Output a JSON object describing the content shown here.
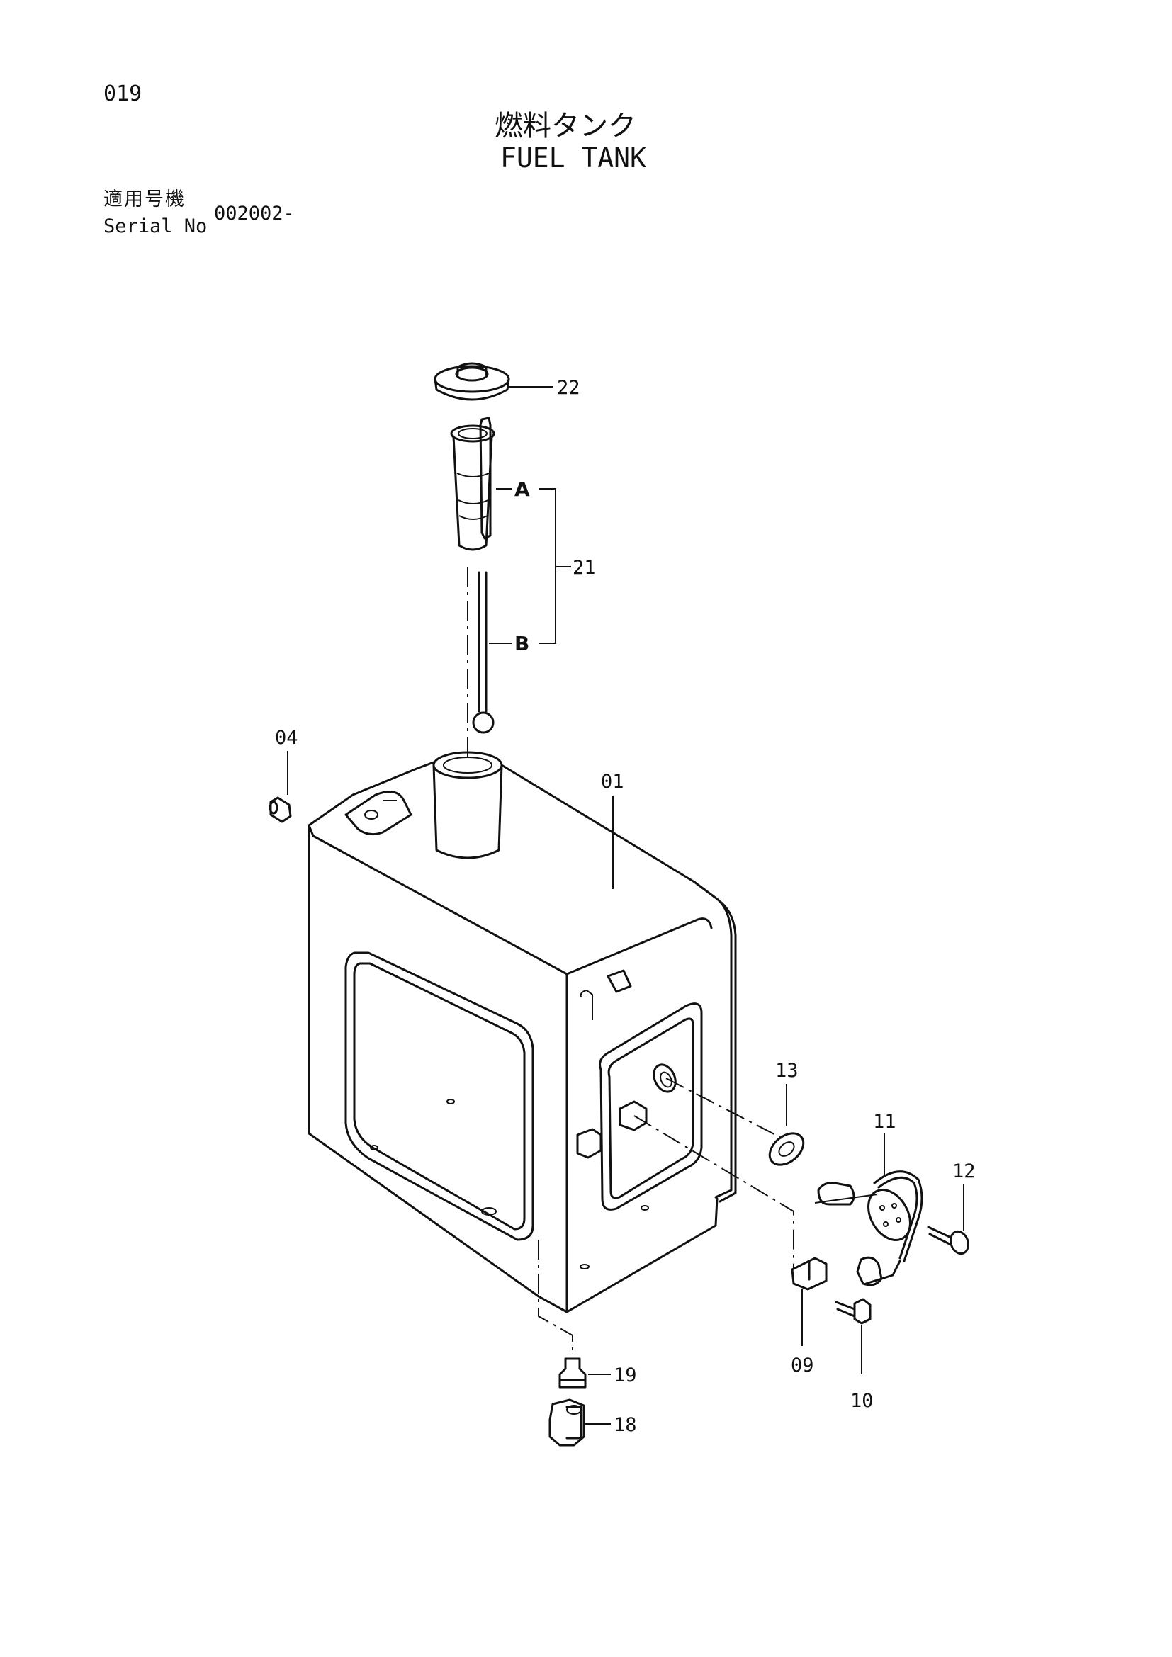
{
  "page_number": "019",
  "title_ja": "燃料タンク",
  "title_en": "FUEL TANK",
  "serial": {
    "label_ja": "適用号機",
    "label_en": "Serial No",
    "value": "002002-"
  },
  "callouts": {
    "p22": "22",
    "pA": "A",
    "p21": "21",
    "pB": "B",
    "p04": "04",
    "p01": "01",
    "p13": "13",
    "p11": "11",
    "p12": "12",
    "p19": "19",
    "p09": "09",
    "p18": "18",
    "p10": "10"
  }
}
